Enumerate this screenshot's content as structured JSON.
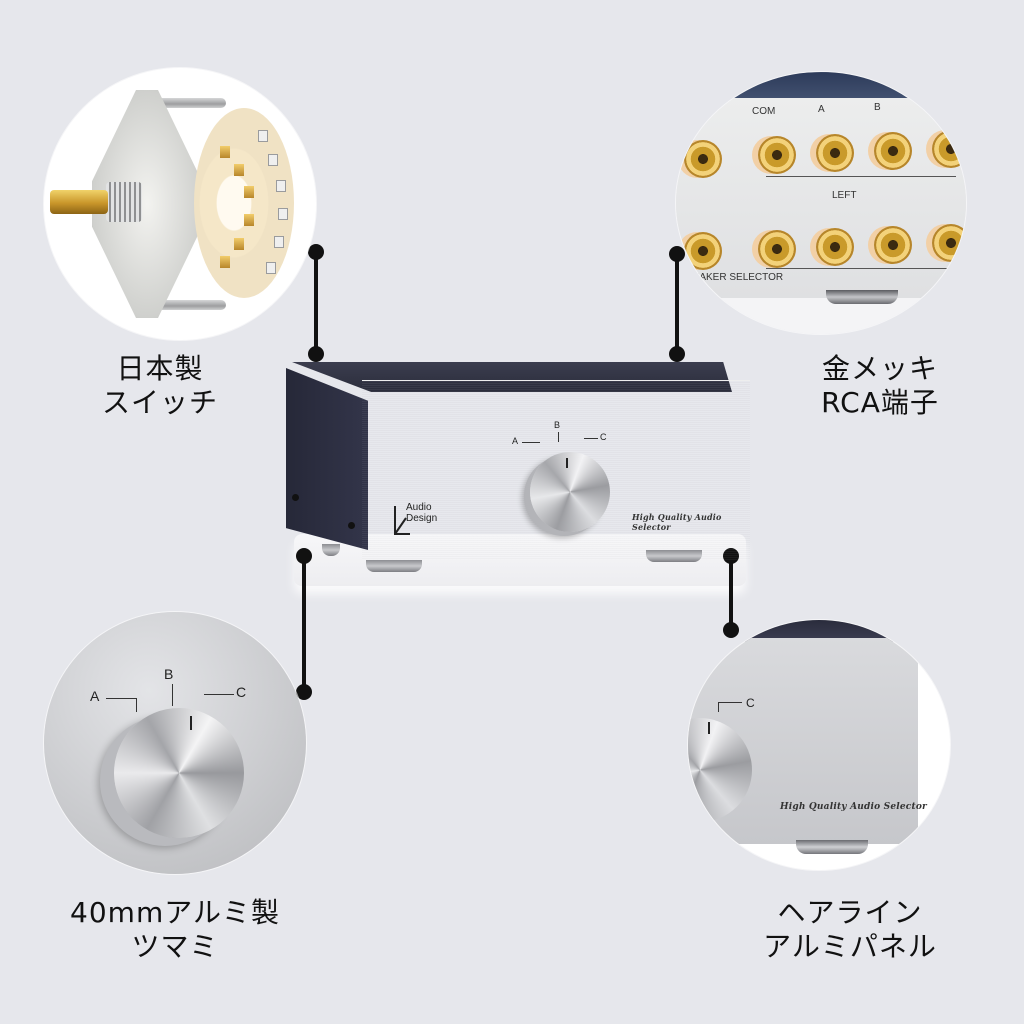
{
  "colors": {
    "background": "#e6e7ec",
    "connector": "#111111",
    "label_text": "#111111",
    "panel_silver": "#c8c9cd",
    "chassis_navy": "#2b2d3c",
    "gold": "#c99a2a"
  },
  "callouts": {
    "switch": {
      "label_line1": "日本製",
      "label_line2": "スイッチ",
      "icon": "rotary-switch-photo"
    },
    "rca": {
      "label_line1": "金メッキ",
      "label_line2": "RCA端子",
      "icon": "gold-rca-terminals-photo",
      "panel_text": {
        "com": "COM",
        "a": "A",
        "b": "B",
        "left": "LEFT",
        "speaker_selector": "PEAKER SELECTOR"
      }
    },
    "knob": {
      "label_line1": "40mmアルミ製",
      "label_line2": "ツマミ",
      "icon": "aluminum-knob-photo",
      "positions": {
        "a": "A",
        "b": "B",
        "c": "C"
      }
    },
    "panel": {
      "label_line1": "ヘアライン",
      "label_line2": "アルミパネル",
      "icon": "hairline-aluminum-panel-photo",
      "position_c": "C",
      "model_text": "High Quality Audio Selector"
    }
  },
  "device": {
    "brand_line1": "Audio",
    "brand_line2": "Design",
    "model_text": "High Quality Audio Selector",
    "positions": {
      "a": "A",
      "b": "B",
      "c": "C"
    }
  }
}
